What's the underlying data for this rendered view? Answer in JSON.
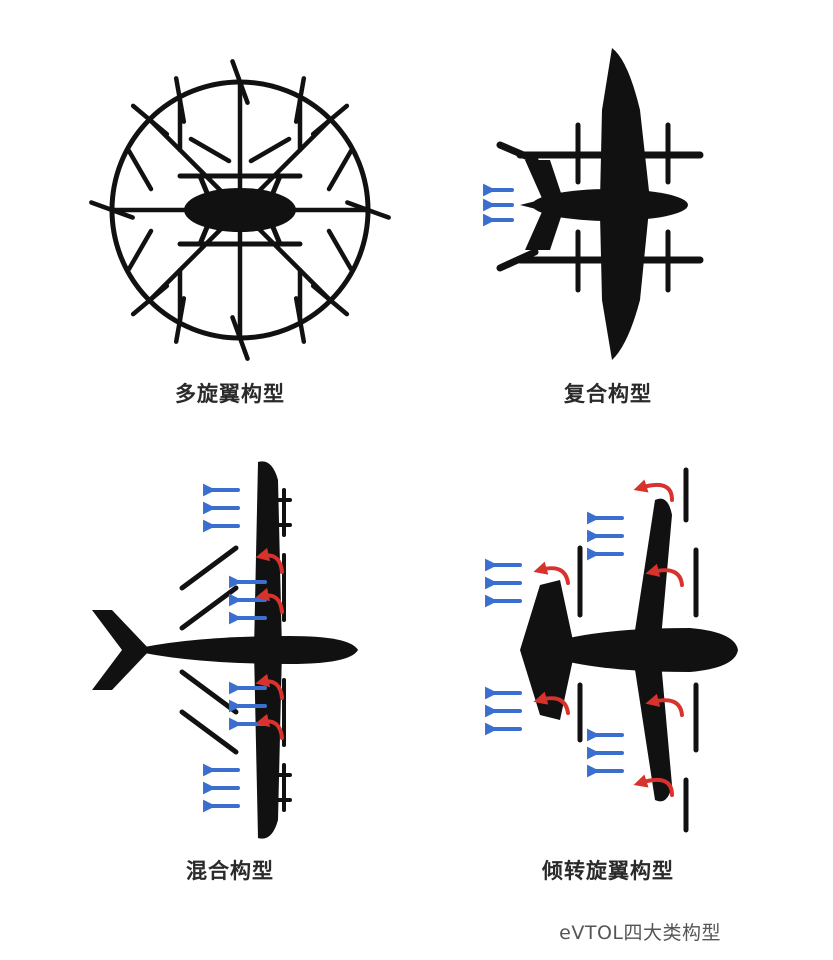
{
  "labels": {
    "multirotor": "多旋翼构型",
    "compound": "复合构型",
    "hybrid": "混合构型",
    "tiltrotor": "倾转旋翼构型"
  },
  "caption": "eVTOL四大类构型",
  "colors": {
    "aircraft": "#111111",
    "thrust_arrow": "#3a6fd0",
    "tilt_arrow": "#d8322c",
    "label_text": "#2a2a2a",
    "caption_text": "#555555"
  }
}
